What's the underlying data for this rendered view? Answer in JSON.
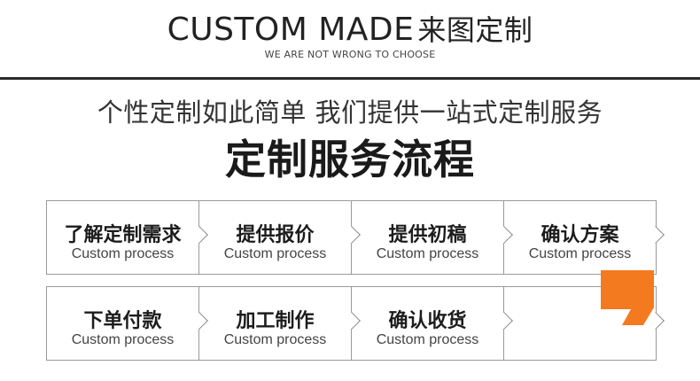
{
  "header": {
    "title_en": "CUSTOM MADE",
    "title_cn": "来图定制",
    "tagline": "WE ARE NOT WRONG TO CHOOSE"
  },
  "intro": "个性定制如此简单  我们提供一站式定制服务",
  "heading": "定制服务流程",
  "steps": [
    {
      "label": "了解定制需求",
      "sub": "Custom process"
    },
    {
      "label": "提供报价",
      "sub": "Custom process"
    },
    {
      "label": "提供初稿",
      "sub": "Custom process"
    },
    {
      "label": "确认方案",
      "sub": "Custom process"
    },
    {
      "label": "下单付款",
      "sub": "Custom process"
    },
    {
      "label": "加工制作",
      "sub": "Custom process"
    },
    {
      "label": "确认收货",
      "sub": "Custom process"
    }
  ],
  "colors": {
    "accent": "#f47a20",
    "rule": "#2b2b2b",
    "border": "#9a9a9a"
  },
  "icons": {
    "arrow": "chevron-right-icon",
    "decoration": "orange-quote-icon"
  }
}
